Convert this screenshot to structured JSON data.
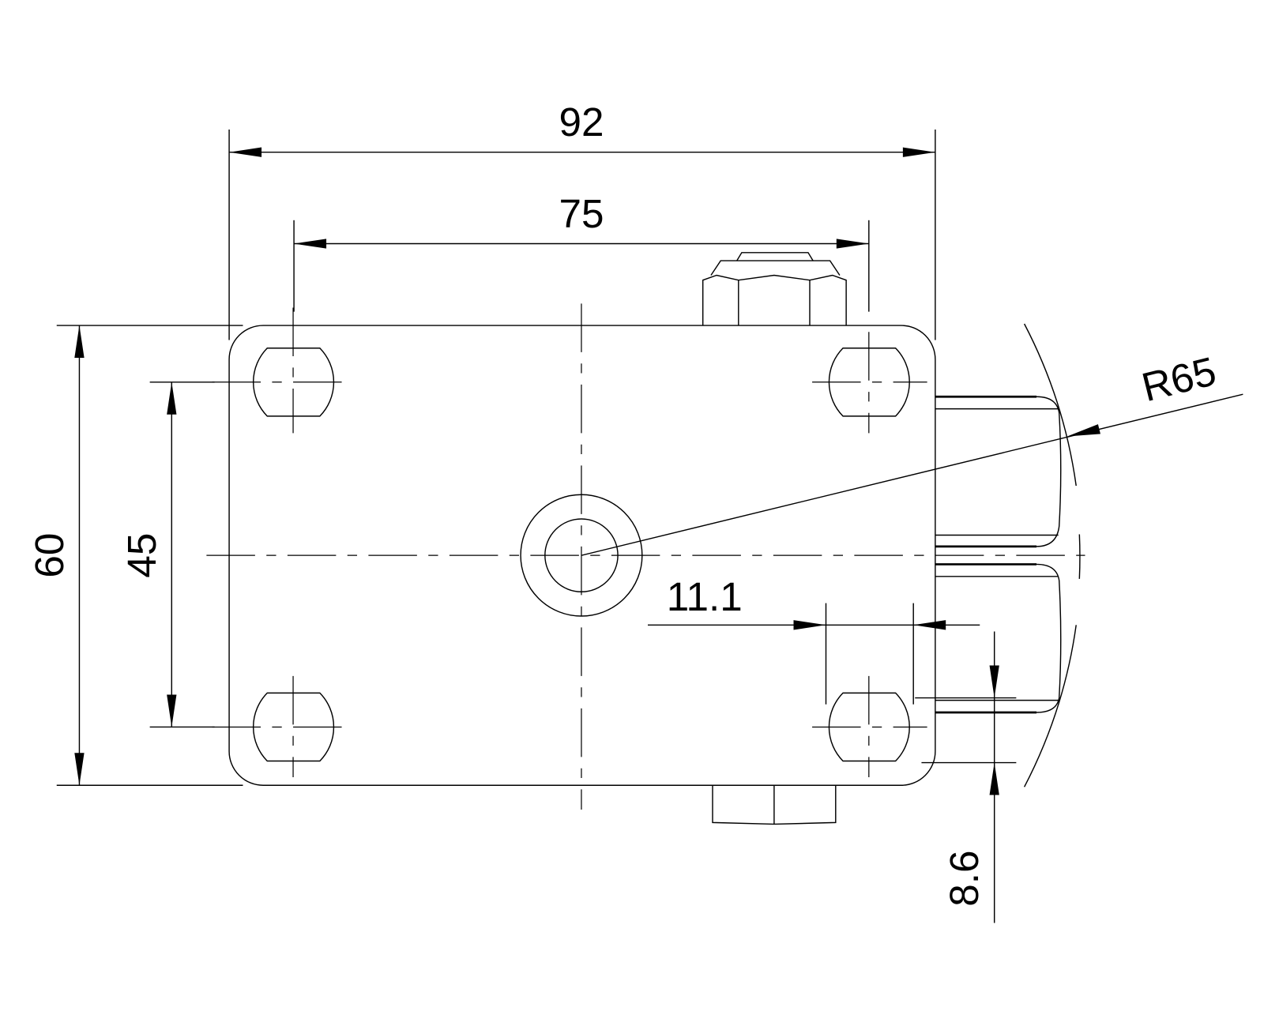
{
  "drawing": {
    "dimensions": {
      "overall_width": "92",
      "hole_spacing_x": "75",
      "overall_height": "60",
      "hole_spacing_y": "45",
      "offset_x": "11.1",
      "radius": "R65",
      "offset_y": "8.6"
    },
    "line_color": "#000000",
    "background": "#ffffff"
  }
}
